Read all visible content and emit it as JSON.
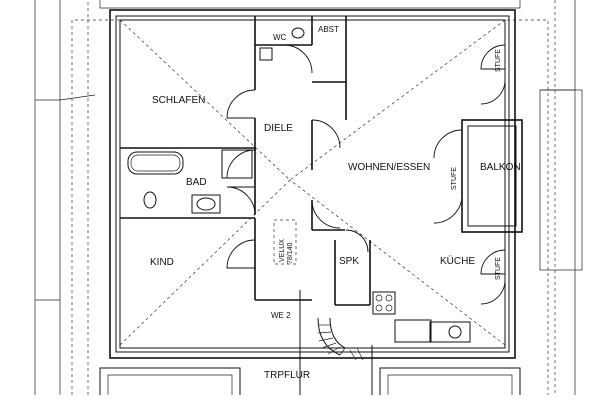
{
  "rooms": {
    "wc": "WC",
    "abst": "ABST",
    "schlafen": "SCHLAFEN",
    "diele": "DIELE",
    "wohnen_essen": "WOHNEN/ESSEN",
    "balkon": "BALKON",
    "bad": "BAD",
    "kind": "KIND",
    "spk": "SPK",
    "kueche": "KÜCHE",
    "trpflur": "TRPFLUR"
  },
  "annotations": {
    "stufe": "STUFE",
    "velux_line1": "VELUX",
    "velux_line2": "78/140",
    "we": "WE 2"
  }
}
